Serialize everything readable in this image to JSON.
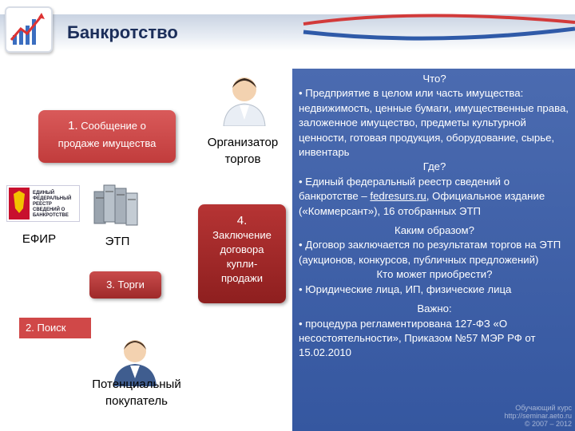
{
  "header": {
    "title": "Банкротство",
    "logo_icon": "chart-growth-icon"
  },
  "diagram": {
    "announcement": {
      "number": "1.",
      "line1": "Сообщение о",
      "line2": "продаже имущества"
    },
    "organizer": {
      "line1": "Организатор",
      "line2": "торгов"
    },
    "efir_label": "ЕФИР",
    "efir_emblem_text": "ЕДИНЫЙ ФЕДЕРАЛЬНЫЙ РЕЕСТР СВЕДЕНИЙ О БАНКРОТСТВЕ",
    "etp_label": "ЭТП",
    "auction": {
      "number": "3.",
      "text": "Торги"
    },
    "search": {
      "number": "2.",
      "text": "Поиск"
    },
    "contract": {
      "number": "4.",
      "line1": "Заключение",
      "line2": "договора",
      "line3": "купли-",
      "line4": "продажи"
    },
    "buyer": {
      "line1": "Потенциальный",
      "line2": "покупатель"
    }
  },
  "panel": {
    "what_heading": "Что?",
    "what_text": "• Предприятие в целом или часть имущества: недвижимость, ценные бумаги, имущественные права, заложенное имущество, предметы культурной ценности, готовая продукция, оборудование, сырье, инвентарь",
    "where_heading": "Где?",
    "where_pre": "• Единый федеральный реестр сведений о банкротстве – ",
    "where_link": "fedresurs.ru",
    "where_post": ", Официальное издание («Коммерсант»), 16 отобранных ЭТП",
    "how_heading": "Каким образом?",
    "how_text": "• Договор заключается по результатам торгов на ЭТП (аукционов, конкурсов, публичных предложений)",
    "who_heading": "Кто может приобрести?",
    "who_text": "• Юридические лица, ИП, физические лица",
    "important_heading": "Важно:",
    "important_text": "• процедура регламентирована 127-ФЗ «О несостоятельности», Приказом №57 МЭР РФ от 15.02.2010"
  },
  "watermark": {
    "line1": "Обучающий курс",
    "line2": "http://seminar.aeto.ru",
    "line3": "© 2007 – 2012"
  },
  "colors": {
    "box_red": "#d04848",
    "panel_blue": "#3f5fa8",
    "title_navy": "#1b2e5a"
  }
}
